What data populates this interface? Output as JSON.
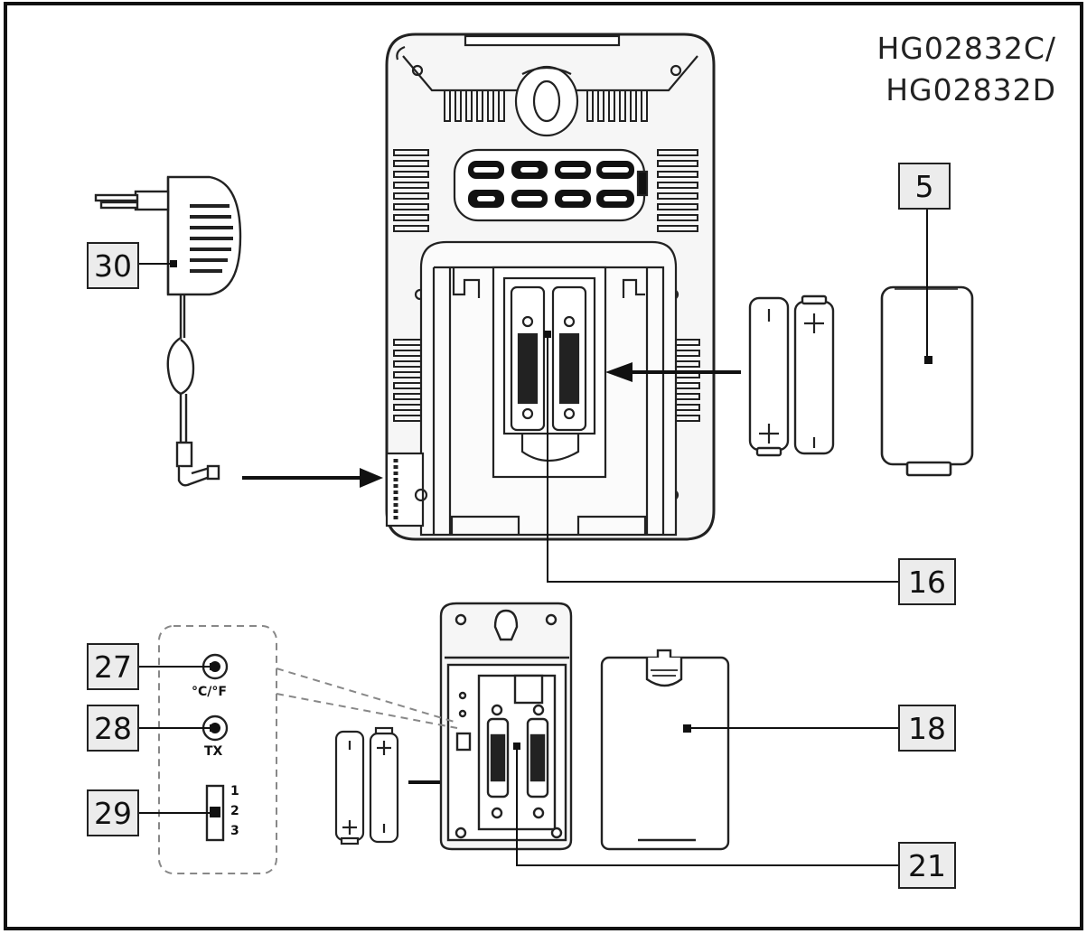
{
  "model": {
    "line1": "HG02832C/",
    "line2": "HG02832D"
  },
  "callouts": {
    "c5": "5",
    "c16": "16",
    "c18": "18",
    "c21": "21",
    "c27": "27",
    "c28": "28",
    "c29": "29",
    "c30": "30"
  },
  "switches": {
    "unit_label": "°C/°F",
    "tx_label": "TX",
    "ch1": "1",
    "ch2": "2",
    "ch3": "3"
  },
  "battery_marks": {
    "minus": "−",
    "plus": "+"
  }
}
